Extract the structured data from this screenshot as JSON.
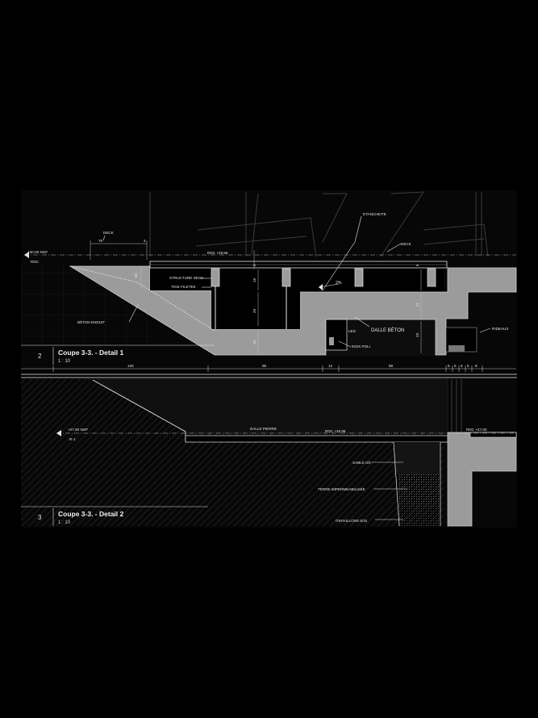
{
  "detail1": {
    "number": "2",
    "title": "Coupe 3-3. - Detail 1",
    "scale": "1 : 10",
    "labels": {
      "ngf": "+30.00 NGF",
      "rdc_left": "RDC",
      "rdc_level": "RDC +29.98",
      "deck_top": "DECK",
      "deck_right": "DECK",
      "etancheite": "ETANCHEITE",
      "structure_deck": "STRUCTURE DECK",
      "tige_filetee": "TIGE FILETEE",
      "beton_enduit": "BÉTON ENDUIT",
      "dalle_beton": "DALLE BÉTON",
      "led": "LED",
      "inox_poli": "INOX POLI",
      "rideaux": "RIDEAUX",
      "slope": "2%"
    },
    "dims": {
      "d76": "76",
      "d4": "4",
      "d30": "30",
      "d19": "19",
      "d29": "29",
      "d20": "20",
      "d21": "21",
      "d23": "23",
      "d5a": "5",
      "d5b": "5"
    },
    "bottom_dims": [
      "125",
      "95",
      "12",
      "88",
      "5",
      "5",
      "5",
      "5",
      "8"
    ]
  },
  "detail2": {
    "number": "3",
    "title": "Coupe 3-3. - Detail 2",
    "scale": "1 : 10",
    "labels": {
      "ngf": "+27.60 NGF",
      "r1": "R-1",
      "dalle_pierre": "DALLE PIERRE",
      "rdc_level": "RDC +26.98",
      "rdc_right": "RDC +27.00",
      "sable": "SABLE 0/3",
      "terre": "TERRE IMPERMEABILISÉE",
      "gravillons": "GRAVILLONS 5/15"
    }
  },
  "colors": {
    "background": "#000000",
    "concrete": "#9b9b9b",
    "line": "#e6e6e6",
    "earth": "#2a2a2a"
  }
}
